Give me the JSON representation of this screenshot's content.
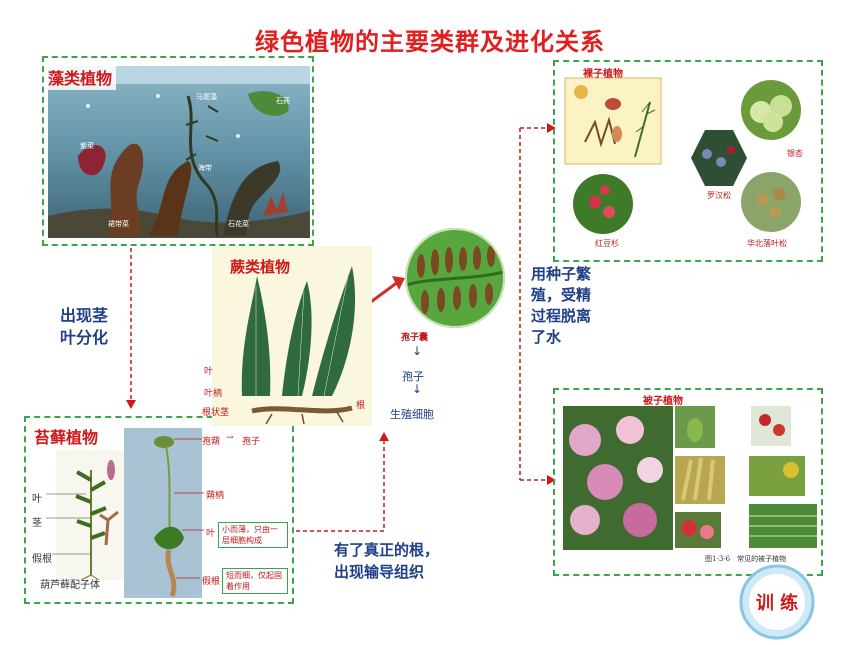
{
  "title": "绿色植物的主要类群及进化关系",
  "algae": {
    "label": "藻类植物",
    "tags": [
      "马尾藻",
      "石莼",
      "紫菜",
      "海带",
      "裙带菜",
      "石花菜"
    ]
  },
  "note_stem_leaf": "出现茎\n叶分化",
  "moss": {
    "label": "苔藓植物",
    "left_labels": [
      "叶",
      "茎",
      "假根"
    ],
    "caption": "葫芦藓配子体",
    "labels": {
      "capsule": "孢蒴",
      "arrow": "→",
      "spore": "孢子",
      "stalk": "蒴柄",
      "leaf": "叶",
      "leaf_note": "小而薄，只由一层细胞构成",
      "rhizoid": "假根",
      "rhizoid_note": "短而细，仅起固着作用"
    }
  },
  "fern": {
    "label": "蕨类植物",
    "parts": [
      "叶",
      "叶柄",
      "根状茎",
      "根"
    ],
    "sequence": [
      "孢子囊",
      "孢子",
      "生殖细胞"
    ]
  },
  "note_root": "有了真正的根，\n出现输导组织",
  "note_seed": "用种子繁\n殖，受精\n过程脱离\n了水",
  "gymno": {
    "label": "裸子植物",
    "captions": [
      "银杏",
      "罗汉松",
      "红豆杉",
      "华北落叶松"
    ]
  },
  "angio": {
    "label": "被子植物",
    "caption": "图1-3-6　常见的被子植物"
  },
  "train_button": "训 练",
  "colors": {
    "accent": "#e02020",
    "note": "#1f3f88",
    "border": "#3aa64a"
  }
}
